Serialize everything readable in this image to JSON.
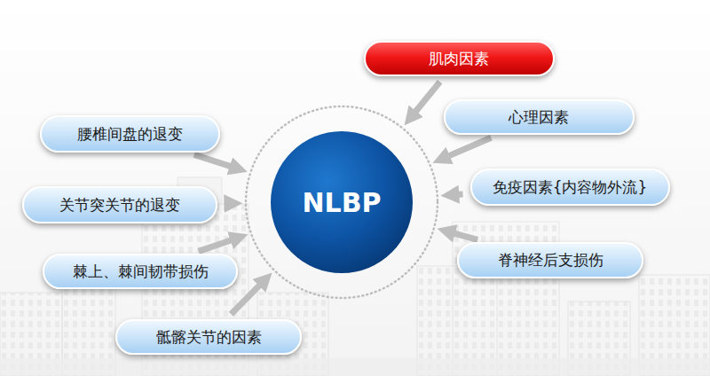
{
  "diagram": {
    "nodes": [
      {
        "text": [
          "NLBP"
        ]
      },
      {
        "text": [
          "肌肉因素"
        ]
      },
      {
        "text": [
          "心理因素"
        ]
      },
      {
        "text": [
          "免疫因素{内容物外流}"
        ]
      },
      {
        "text": [
          "脊神经后支损伤"
        ]
      },
      {
        "text": [
          "腰椎间盘的退变"
        ]
      },
      {
        "text": [
          "关节突关节的退变"
        ]
      },
      {
        "text": [
          "棘上、棘间韧带损伤"
        ]
      },
      {
        "text": [
          "骶髂关节的因素"
        ]
      }
    ],
    "edges": [
      {
        "from": 1,
        "to": 0,
        "arrow": "to"
      },
      {
        "from": 2,
        "to": 0,
        "arrow": "to"
      },
      {
        "from": 3,
        "to": 0,
        "arrow": "to"
      },
      {
        "from": 4,
        "to": 0,
        "arrow": "to"
      },
      {
        "from": 5,
        "to": 0,
        "arrow": "to"
      },
      {
        "from": 6,
        "to": 0,
        "arrow": "to"
      },
      {
        "from": 7,
        "to": 0,
        "arrow": "to"
      },
      {
        "from": 8,
        "to": 0,
        "arrow": "to"
      }
    ]
  }
}
